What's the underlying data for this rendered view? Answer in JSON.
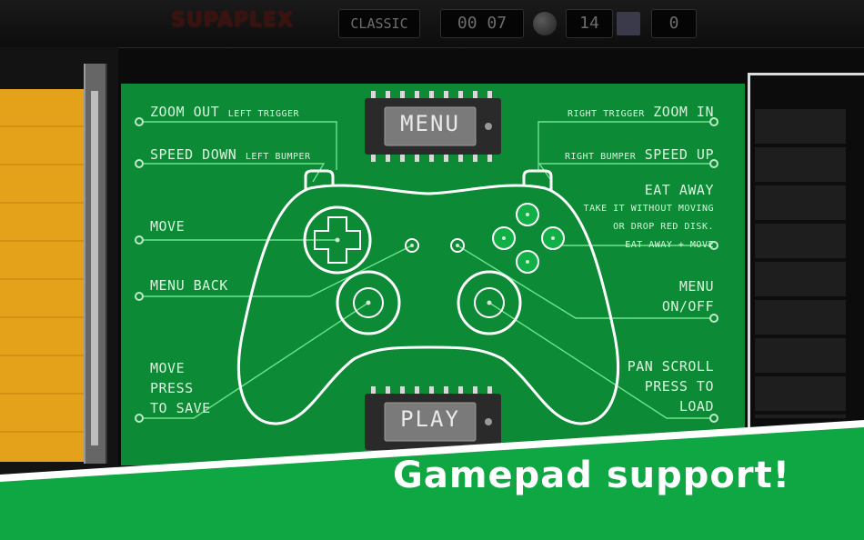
{
  "topbar": {
    "logo": "SUPAPLEX",
    "mode": "CLASSIC",
    "time": "00 07",
    "infotrons": "14",
    "disks": "0"
  },
  "chips": {
    "menu": "MENU",
    "play": "PLAY"
  },
  "controls": {
    "zoom_out": "ZOOM OUT",
    "zoom_out_hint": "LEFT TRIGGER",
    "speed_down": "SPEED DOWN",
    "speed_down_hint": "LEFT BUMPER",
    "move": "MOVE",
    "menu_back": "MENU BACK",
    "move_save_1": "MOVE",
    "move_save_2": "PRESS",
    "move_save_3": "TO SAVE",
    "zoom_in_hint": "RIGHT TRIGGER",
    "zoom_in": "ZOOM IN",
    "speed_up_hint": "RIGHT BUMPER",
    "speed_up": "SPEED UP",
    "eat_away": "EAT AWAY",
    "eat_away_d1": "TAKE IT WITHOUT MOVING",
    "eat_away_d2": "OR DROP RED DISK.",
    "eat_away_d3": "EAT AWAY + MOVE",
    "menu_onoff_1": "MENU",
    "menu_onoff_2": "ON/OFF",
    "pan_1": "PAN SCROLL",
    "pan_2": "PRESS TO",
    "pan_3": "LOAD"
  },
  "banner": {
    "text": "Gamepad support!"
  },
  "colors": {
    "board": "#0c8a35",
    "banner": "#0fa743",
    "trace": "#6ee38c"
  }
}
